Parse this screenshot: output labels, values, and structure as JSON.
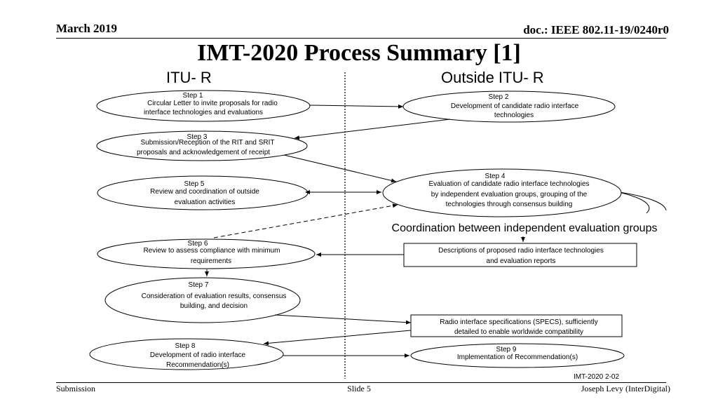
{
  "header": {
    "date": "March 2019",
    "doc": "doc.: IEEE 802.11-19/0240r0"
  },
  "title": "IMT-2020 Process Summary [1]",
  "columns": {
    "left": "ITU- R",
    "right": "Outside ITU- R"
  },
  "steps": {
    "s1": {
      "label": "Step 1",
      "line1": "Circular Letter to invite proposals for radio",
      "line2": "interface technologies and evaluations"
    },
    "s2": {
      "label": "Step 2",
      "line1": "Development of candidate radio interface",
      "line2": "technologies"
    },
    "s3": {
      "label": "Step 3",
      "line1": "Submission/Reception of the RIT and SRIT",
      "line2": "proposals and acknowledgement of receipt"
    },
    "s4": {
      "label": "Step 4",
      "line1": "Evaluation of candidate radio interface technologies",
      "line2": "by independent evaluation groups, grouping of the",
      "line3": "technologies through consensus building"
    },
    "s5": {
      "label": "Step 5",
      "line1": "Review and coordination of outside",
      "line2": "evaluation activities"
    },
    "s6": {
      "label": "Step 6",
      "line1": "Review to assess compliance with minimum",
      "line2": "requirements"
    },
    "s7": {
      "label": "Step 7",
      "line1": "Consideration of evaluation results, consensus",
      "line2": "building, and decision"
    },
    "s8": {
      "label": "Step 8",
      "line1": "Development of radio interface",
      "line2": "Recommendation(s)"
    },
    "s9": {
      "label": "Step 9",
      "line1": "Implementation of Recommendation(s)"
    }
  },
  "coordination": "Coordination between independent evaluation groups",
  "boxes": {
    "descriptions": {
      "line1": "Descriptions of proposed radio interface technologies",
      "line2": "and evaluation reports"
    },
    "specs": {
      "line1": "Radio interface specifications (SPECS), sufficiently",
      "line2": "detailed to enable worldwide compatibility"
    }
  },
  "ref": "IMT-2020 2-02",
  "footer": {
    "left": "Submission",
    "center": "Slide 5",
    "right": "Joseph Levy (InterDigital)"
  }
}
